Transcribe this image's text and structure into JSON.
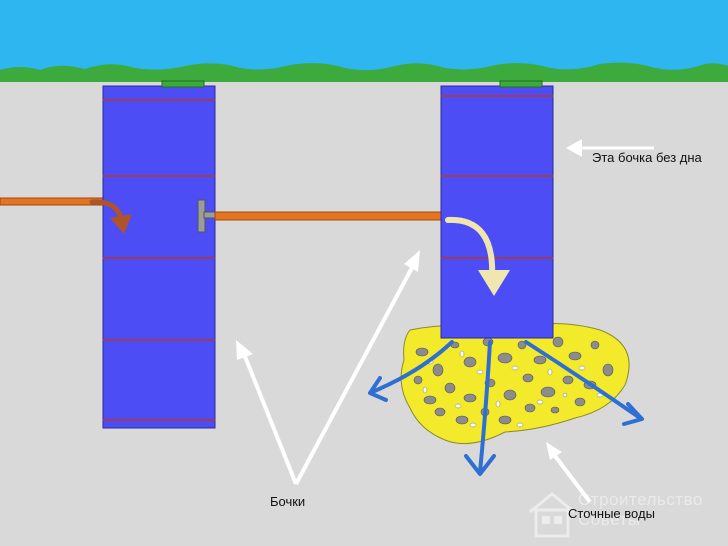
{
  "labels": {
    "no_bottom_barrel": "Эта бочка без дна",
    "barrels": "Бочки",
    "wastewater": "Сточные воды"
  },
  "watermark": {
    "line1": "Строительство",
    "line2": "Советы"
  },
  "colors": {
    "sky": "#2db6f0",
    "grass": "#3daa3d",
    "ground": "#d9d9d9",
    "barrel": "#4d4df5",
    "barrel_band": "#a03a56",
    "pipe": "#e4741f",
    "drainage_bed": "#f2ea2a",
    "flow_arrow_inlet": "#b0522a",
    "flow_arrow_outlet": "#f0e6b0",
    "drain_arrows": "#2f6fd4",
    "pointer_arrows": "#ffffff",
    "stones": "#8c8c8c"
  }
}
